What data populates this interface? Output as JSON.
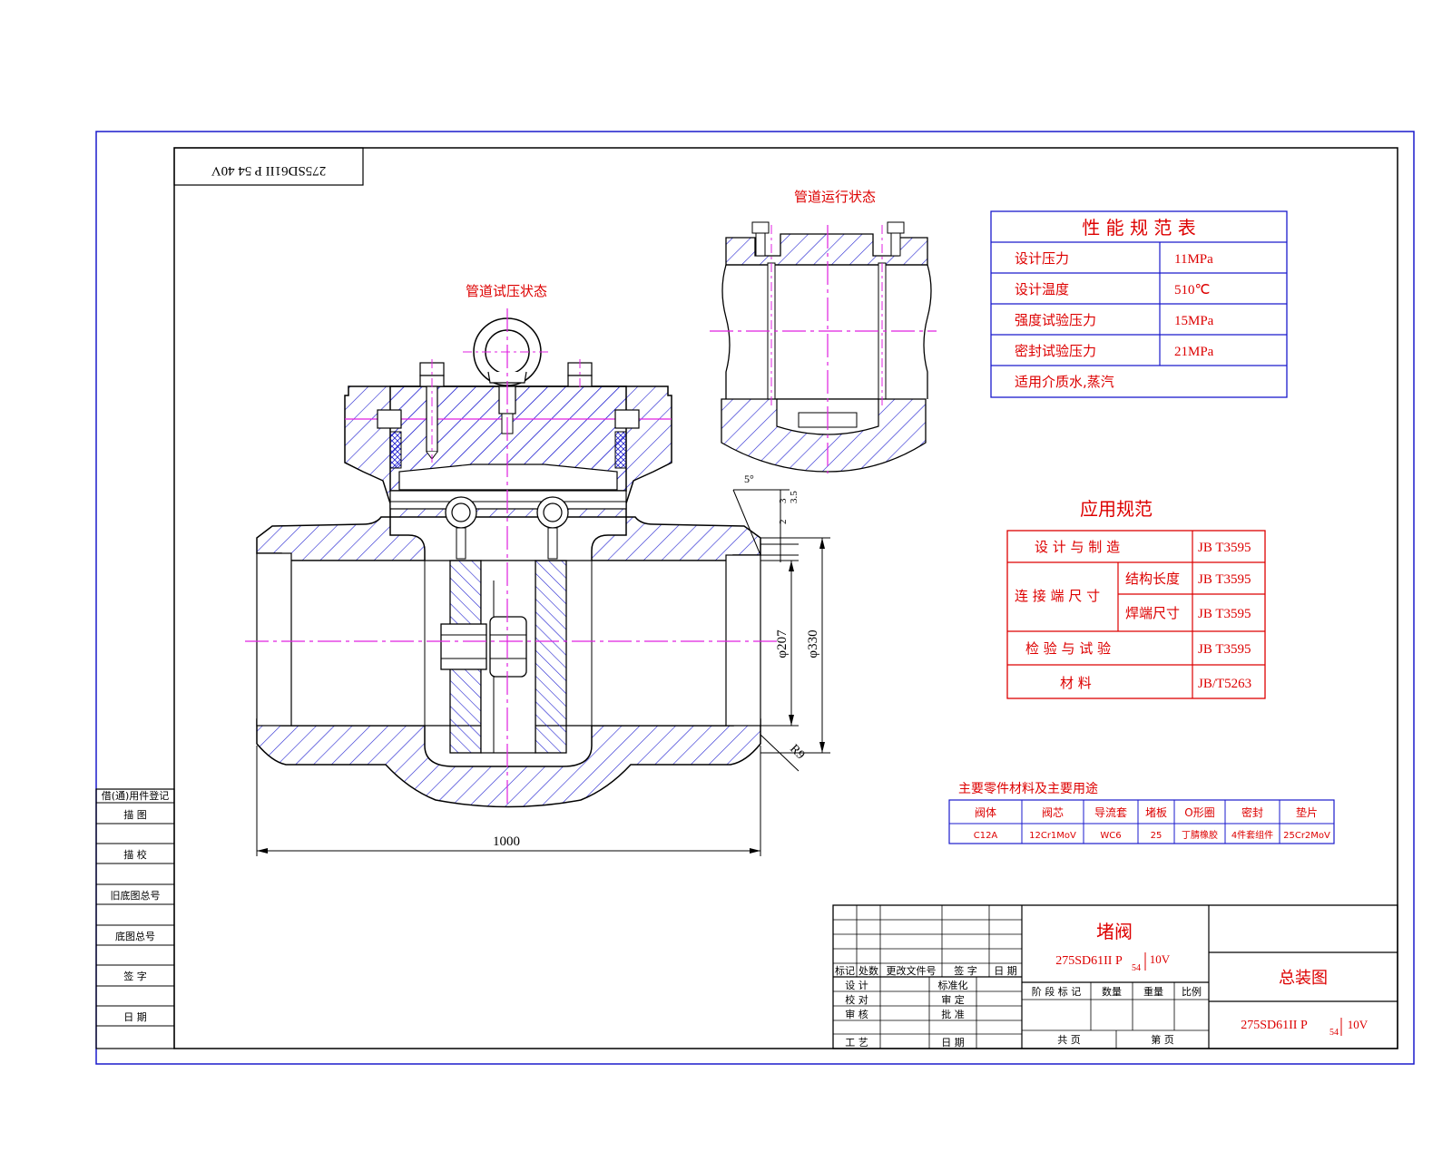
{
  "corner_code": "275SD61II P 54 40V",
  "views": {
    "operating": "管道运行状态",
    "test": "管道试压状态"
  },
  "dimensions": {
    "d207": "φ207",
    "d330": "φ330",
    "r9": "R9",
    "len": "1000",
    "angle": "5°",
    "t1": "3",
    "t2": "3.5",
    "t3": "2"
  },
  "perf_table": {
    "title": "性 能 规 范 表",
    "rows": [
      {
        "label": "设计压力",
        "value": "11MPa"
      },
      {
        "label": "设计温度",
        "value": "510℃"
      },
      {
        "label": "强度试验压力",
        "value": "15MPa"
      },
      {
        "label": "密封试验压力",
        "value": "21MPa"
      }
    ],
    "media": "适用介质水,蒸汽"
  },
  "app_table": {
    "title": "应用规范",
    "design": "设 计 与 制 造",
    "design_std": "JB T3595",
    "conn": "连 接 端 尺 寸",
    "struct_len": "结构长度",
    "struct_std": "JB T3595",
    "weld": "焊端尺寸",
    "weld_std": "JB T3595",
    "inspect": "检 验 与 试 验",
    "inspect_std": "JB T3595",
    "material": "材 料",
    "material_std": "JB/T5263"
  },
  "parts_table": {
    "title": "主要零件材料及主要用途",
    "headers": [
      "阀体",
      "阀芯",
      "导流套",
      "堵板",
      "O形圈",
      "密封",
      "垫片"
    ],
    "values": [
      "C12A",
      "12Cr1MoV",
      "WC6",
      "25",
      "丁腈橡胶",
      "4件套组件",
      "25Cr2MoV"
    ]
  },
  "side_strip": [
    "借(通)用件登记",
    "描 图",
    "描 校",
    "旧底图总号",
    "底图总号",
    "签 字",
    "日 期"
  ],
  "title_block": {
    "product": "堵阀",
    "model_main": "275SD61II P",
    "model_sub": "54",
    "model_tail": "10V",
    "drawing_name": "总装图",
    "code_main": "275SD61II P",
    "code_sub": "54",
    "code_tail": "10V",
    "rev_headers": [
      "标记",
      "处数",
      "更改文件号",
      "签 字",
      "日 期"
    ],
    "roles_left": [
      "设 计",
      "校 对",
      "审 核",
      "工 艺"
    ],
    "roles_right": [
      "标准化",
      "审 定",
      "批 准",
      "日 期"
    ],
    "stage_headers": [
      "阶 段 标 记",
      "数量",
      "重量",
      "比例"
    ],
    "sheets": [
      "共 页",
      "第 页"
    ]
  },
  "colors": {
    "frame": "#1a1acc",
    "line": "#000000",
    "hatch": "#2020d0",
    "center": "#e020e0",
    "red": "#dd0000"
  }
}
